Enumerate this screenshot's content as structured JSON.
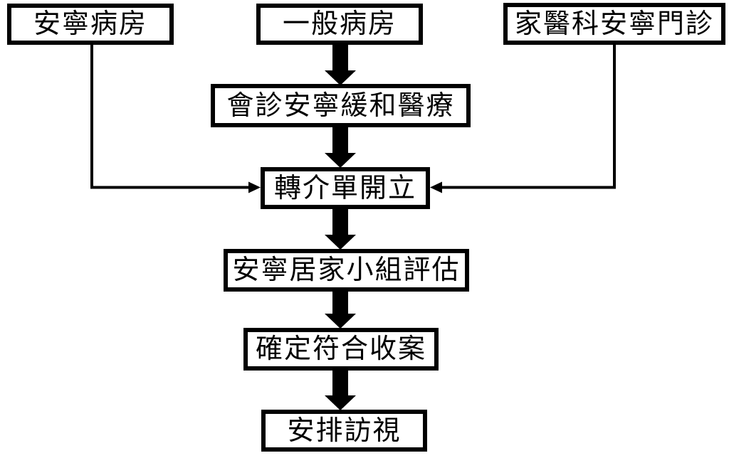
{
  "diagram": {
    "type": "flowchart",
    "background_color": "#ffffff",
    "line_color": "#000000",
    "nodes": [
      {
        "id": "hospice-ward",
        "label": "安寧病房"
      },
      {
        "id": "general-ward",
        "label": "一般病房"
      },
      {
        "id": "family-medicine-hospice-clinic",
        "label": "家醫科安寧門診"
      },
      {
        "id": "palliative-care-consult",
        "label": "會診安寧緩和醫療"
      },
      {
        "id": "referral-form-issued",
        "label": "轉介單開立"
      },
      {
        "id": "home-care-team-assessment",
        "label": "安寧居家小組評估"
      },
      {
        "id": "confirm-case-acceptance",
        "label": "確定符合收案"
      },
      {
        "id": "arrange-visit",
        "label": "安排訪視"
      }
    ],
    "edges": [
      {
        "from": "安寧病房",
        "to": "轉介單開立",
        "style": "thin-elbow-arrow"
      },
      {
        "from": "一般病房",
        "to": "會診安寧緩和醫療",
        "style": "thick-block-arrow"
      },
      {
        "from": "會診安寧緩和醫療",
        "to": "轉介單開立",
        "style": "thick-block-arrow"
      },
      {
        "from": "家醫科安寧門診",
        "to": "轉介單開立",
        "style": "thin-elbow-arrow"
      },
      {
        "from": "轉介單開立",
        "to": "安寧居家小組評估",
        "style": "thick-block-arrow"
      },
      {
        "from": "安寧居家小組評估",
        "to": "確定符合收案",
        "style": "thick-block-arrow"
      },
      {
        "from": "確定符合收案",
        "to": "安排訪視",
        "style": "thick-block-arrow"
      }
    ]
  }
}
